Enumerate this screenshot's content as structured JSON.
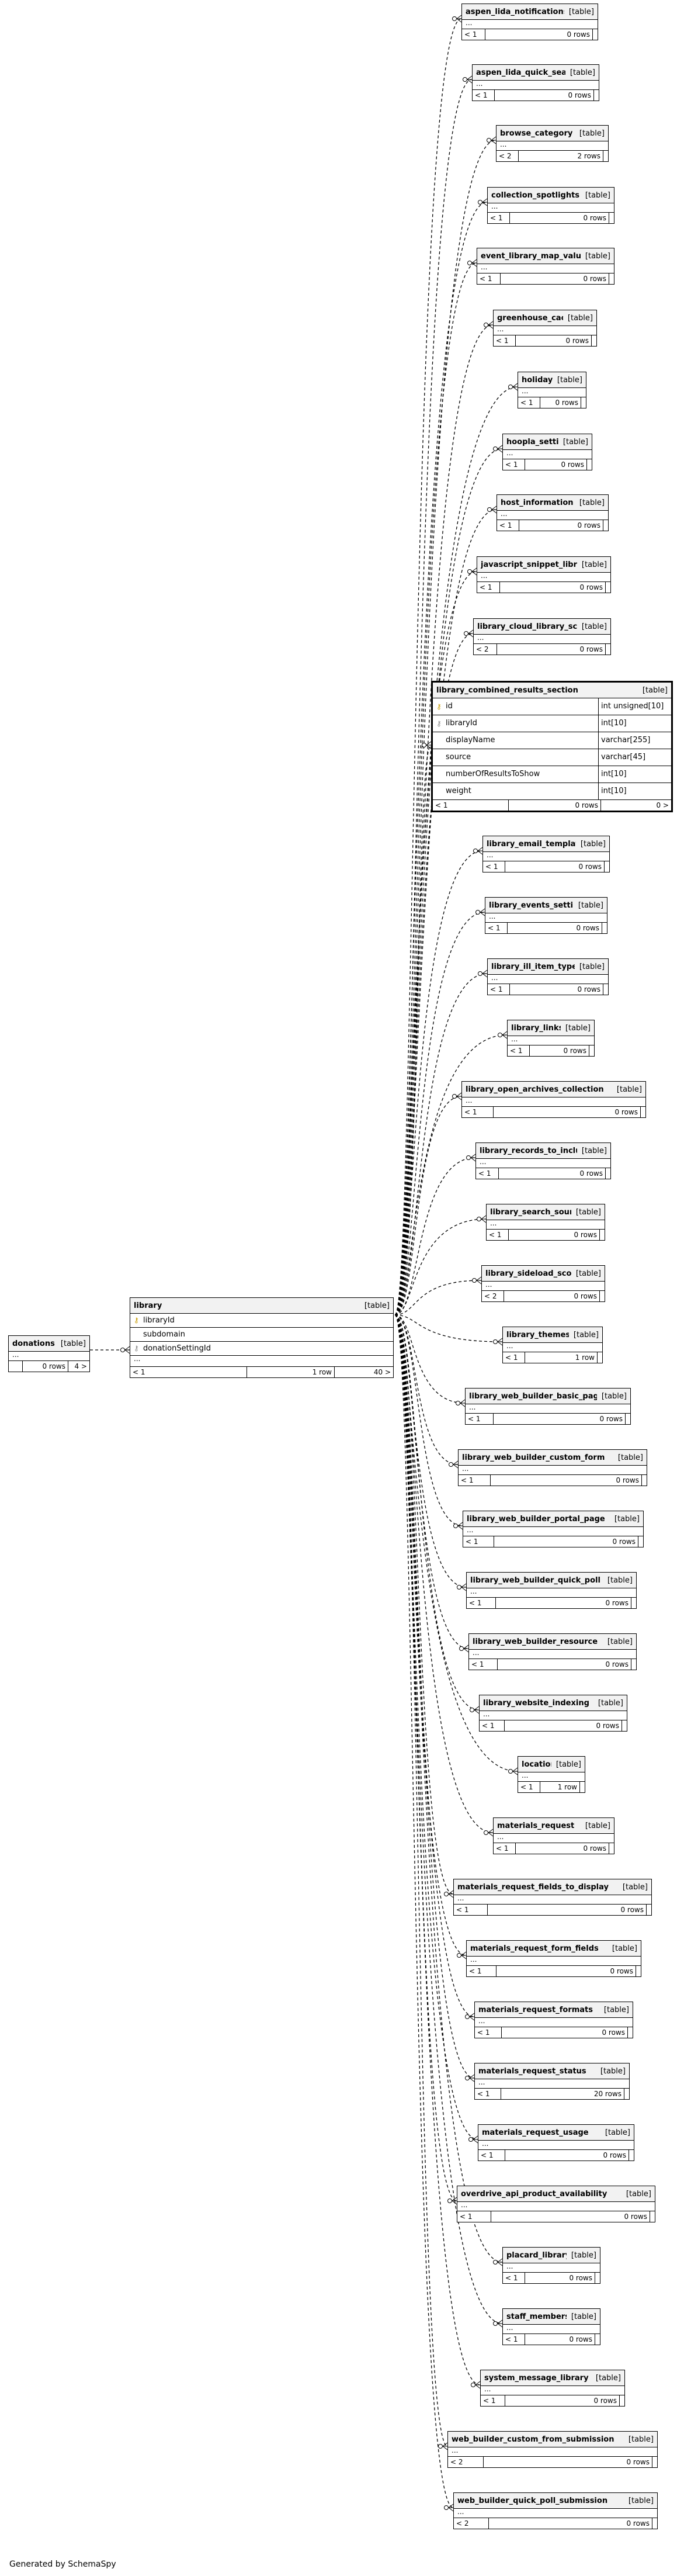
{
  "footer_text": "Generated by SchemaSpy",
  "colors": {
    "header_bg": "#f2f2f2",
    "border": "#000000",
    "key": "#c89b00",
    "link": "#000000"
  },
  "donations": {
    "name": "donations",
    "kind": "[table]",
    "ellipsis": "...",
    "rows": "0 rows",
    "parents": "4 >"
  },
  "library": {
    "name": "library",
    "kind": "[table]",
    "columns": [
      "libraryId",
      "subdomain",
      "donationSettingId"
    ],
    "ellipsis": "...",
    "children": "< 1",
    "rows": "1 row",
    "parents": "40 >"
  },
  "lcrs": {
    "name": "library_combined_results_section",
    "kind": "[table]",
    "columns": [
      {
        "name": "id",
        "type": "int unsigned[10]"
      },
      {
        "name": "libraryId",
        "type": "int[10]"
      },
      {
        "name": "displayName",
        "type": "varchar[255]"
      },
      {
        "name": "source",
        "type": "varchar[45]"
      },
      {
        "name": "numberOfResultsToShow",
        "type": "int[10]"
      },
      {
        "name": "weight",
        "type": "int[10]"
      }
    ],
    "children": "< 1",
    "rows": "0 rows",
    "parents": "0 >"
  },
  "tables": [
    {
      "name": "aspen_lida_notifications_library",
      "kind": "[table]",
      "ellipsis": "...",
      "children": "< 1",
      "rows": "0 rows"
    },
    {
      "name": "aspen_lida_quick_searches",
      "kind": "[table]",
      "ellipsis": "...",
      "children": "< 1",
      "rows": "0 rows"
    },
    {
      "name": "browse_category",
      "kind": "[table]",
      "ellipsis": "...",
      "children": "< 2",
      "rows": "2 rows"
    },
    {
      "name": "collection_spotlights",
      "kind": "[table]",
      "ellipsis": "...",
      "children": "< 1",
      "rows": "0 rows"
    },
    {
      "name": "event_library_map_values",
      "kind": "[table]",
      "ellipsis": "...",
      "children": "< 1",
      "rows": "0 rows"
    },
    {
      "name": "greenhouse_cache",
      "kind": "[table]",
      "ellipsis": "...",
      "children": "< 1",
      "rows": "0 rows"
    },
    {
      "name": "holiday",
      "kind": "[table]",
      "ellipsis": "...",
      "children": "< 1",
      "rows": "0 rows"
    },
    {
      "name": "hoopla_settings",
      "kind": "[table]",
      "ellipsis": "...",
      "children": "< 1",
      "rows": "0 rows"
    },
    {
      "name": "host_information",
      "kind": "[table]",
      "ellipsis": "...",
      "children": "< 1",
      "rows": "0 rows"
    },
    {
      "name": "javascript_snippet_library",
      "kind": "[table]",
      "ellipsis": "...",
      "children": "< 1",
      "rows": "0 rows"
    },
    {
      "name": "library_cloud_library_scope",
      "kind": "[table]",
      "ellipsis": "...",
      "children": "< 2",
      "rows": "0 rows"
    },
    {
      "name": "library_email_template",
      "kind": "[table]",
      "ellipsis": "...",
      "children": "< 1",
      "rows": "0 rows"
    },
    {
      "name": "library_events_setting",
      "kind": "[table]",
      "ellipsis": "...",
      "children": "< 1",
      "rows": "0 rows"
    },
    {
      "name": "library_ill_item_type",
      "kind": "[table]",
      "ellipsis": "...",
      "children": "< 1",
      "rows": "0 rows"
    },
    {
      "name": "library_links",
      "kind": "[table]",
      "ellipsis": "...",
      "children": "< 1",
      "rows": "0 rows"
    },
    {
      "name": "library_open_archives_collection",
      "kind": "[table]",
      "ellipsis": "...",
      "children": "< 1",
      "rows": "0 rows"
    },
    {
      "name": "library_records_to_include",
      "kind": "[table]",
      "ellipsis": "...",
      "children": "< 1",
      "rows": "0 rows"
    },
    {
      "name": "library_search_source",
      "kind": "[table]",
      "ellipsis": "...",
      "children": "< 1",
      "rows": "0 rows"
    },
    {
      "name": "library_sideload_scopes",
      "kind": "[table]",
      "ellipsis": "...",
      "children": "< 2",
      "rows": "0 rows"
    },
    {
      "name": "library_themes",
      "kind": "[table]",
      "ellipsis": "...",
      "children": "< 1",
      "rows": "1 row"
    },
    {
      "name": "library_web_builder_basic_page",
      "kind": "[table]",
      "ellipsis": "...",
      "children": "< 1",
      "rows": "0 rows"
    },
    {
      "name": "library_web_builder_custom_form",
      "kind": "[table]",
      "ellipsis": "...",
      "children": "< 1",
      "rows": "0 rows"
    },
    {
      "name": "library_web_builder_portal_page",
      "kind": "[table]",
      "ellipsis": "...",
      "children": "< 1",
      "rows": "0 rows"
    },
    {
      "name": "library_web_builder_quick_poll",
      "kind": "[table]",
      "ellipsis": "...",
      "children": "< 1",
      "rows": "0 rows"
    },
    {
      "name": "library_web_builder_resource",
      "kind": "[table]",
      "ellipsis": "...",
      "children": "< 1",
      "rows": "0 rows"
    },
    {
      "name": "library_website_indexing",
      "kind": "[table]",
      "ellipsis": "...",
      "children": "< 1",
      "rows": "0 rows"
    },
    {
      "name": "location",
      "kind": "[table]",
      "ellipsis": "...",
      "children": "< 1",
      "rows": "1 row"
    },
    {
      "name": "materials_request",
      "kind": "[table]",
      "ellipsis": "...",
      "children": "< 1",
      "rows": "0 rows"
    },
    {
      "name": "materials_request_fields_to_display",
      "kind": "[table]",
      "ellipsis": "...",
      "children": "< 1",
      "rows": "0 rows"
    },
    {
      "name": "materials_request_form_fields",
      "kind": "[table]",
      "ellipsis": "...",
      "children": "< 1",
      "rows": "0 rows"
    },
    {
      "name": "materials_request_formats",
      "kind": "[table]",
      "ellipsis": "...",
      "children": "< 1",
      "rows": "0 rows"
    },
    {
      "name": "materials_request_status",
      "kind": "[table]",
      "ellipsis": "...",
      "children": "< 1",
      "rows": "20 rows"
    },
    {
      "name": "materials_request_usage",
      "kind": "[table]",
      "ellipsis": "...",
      "children": "< 1",
      "rows": "0 rows"
    },
    {
      "name": "overdrive_api_product_availability",
      "kind": "[table]",
      "ellipsis": "...",
      "children": "< 1",
      "rows": "0 rows"
    },
    {
      "name": "placard_library",
      "kind": "[table]",
      "ellipsis": "...",
      "children": "< 1",
      "rows": "0 rows"
    },
    {
      "name": "staff_members",
      "kind": "[table]",
      "ellipsis": "...",
      "children": "< 1",
      "rows": "0 rows"
    },
    {
      "name": "system_message_library",
      "kind": "[table]",
      "ellipsis": "...",
      "children": "< 1",
      "rows": "0 rows"
    },
    {
      "name": "web_builder_custom_from_submission",
      "kind": "[table]",
      "ellipsis": "...",
      "children": "< 2",
      "rows": "0 rows"
    },
    {
      "name": "web_builder_quick_poll_submission",
      "kind": "[table]",
      "ellipsis": "...",
      "children": "< 2",
      "rows": "0 rows"
    }
  ]
}
